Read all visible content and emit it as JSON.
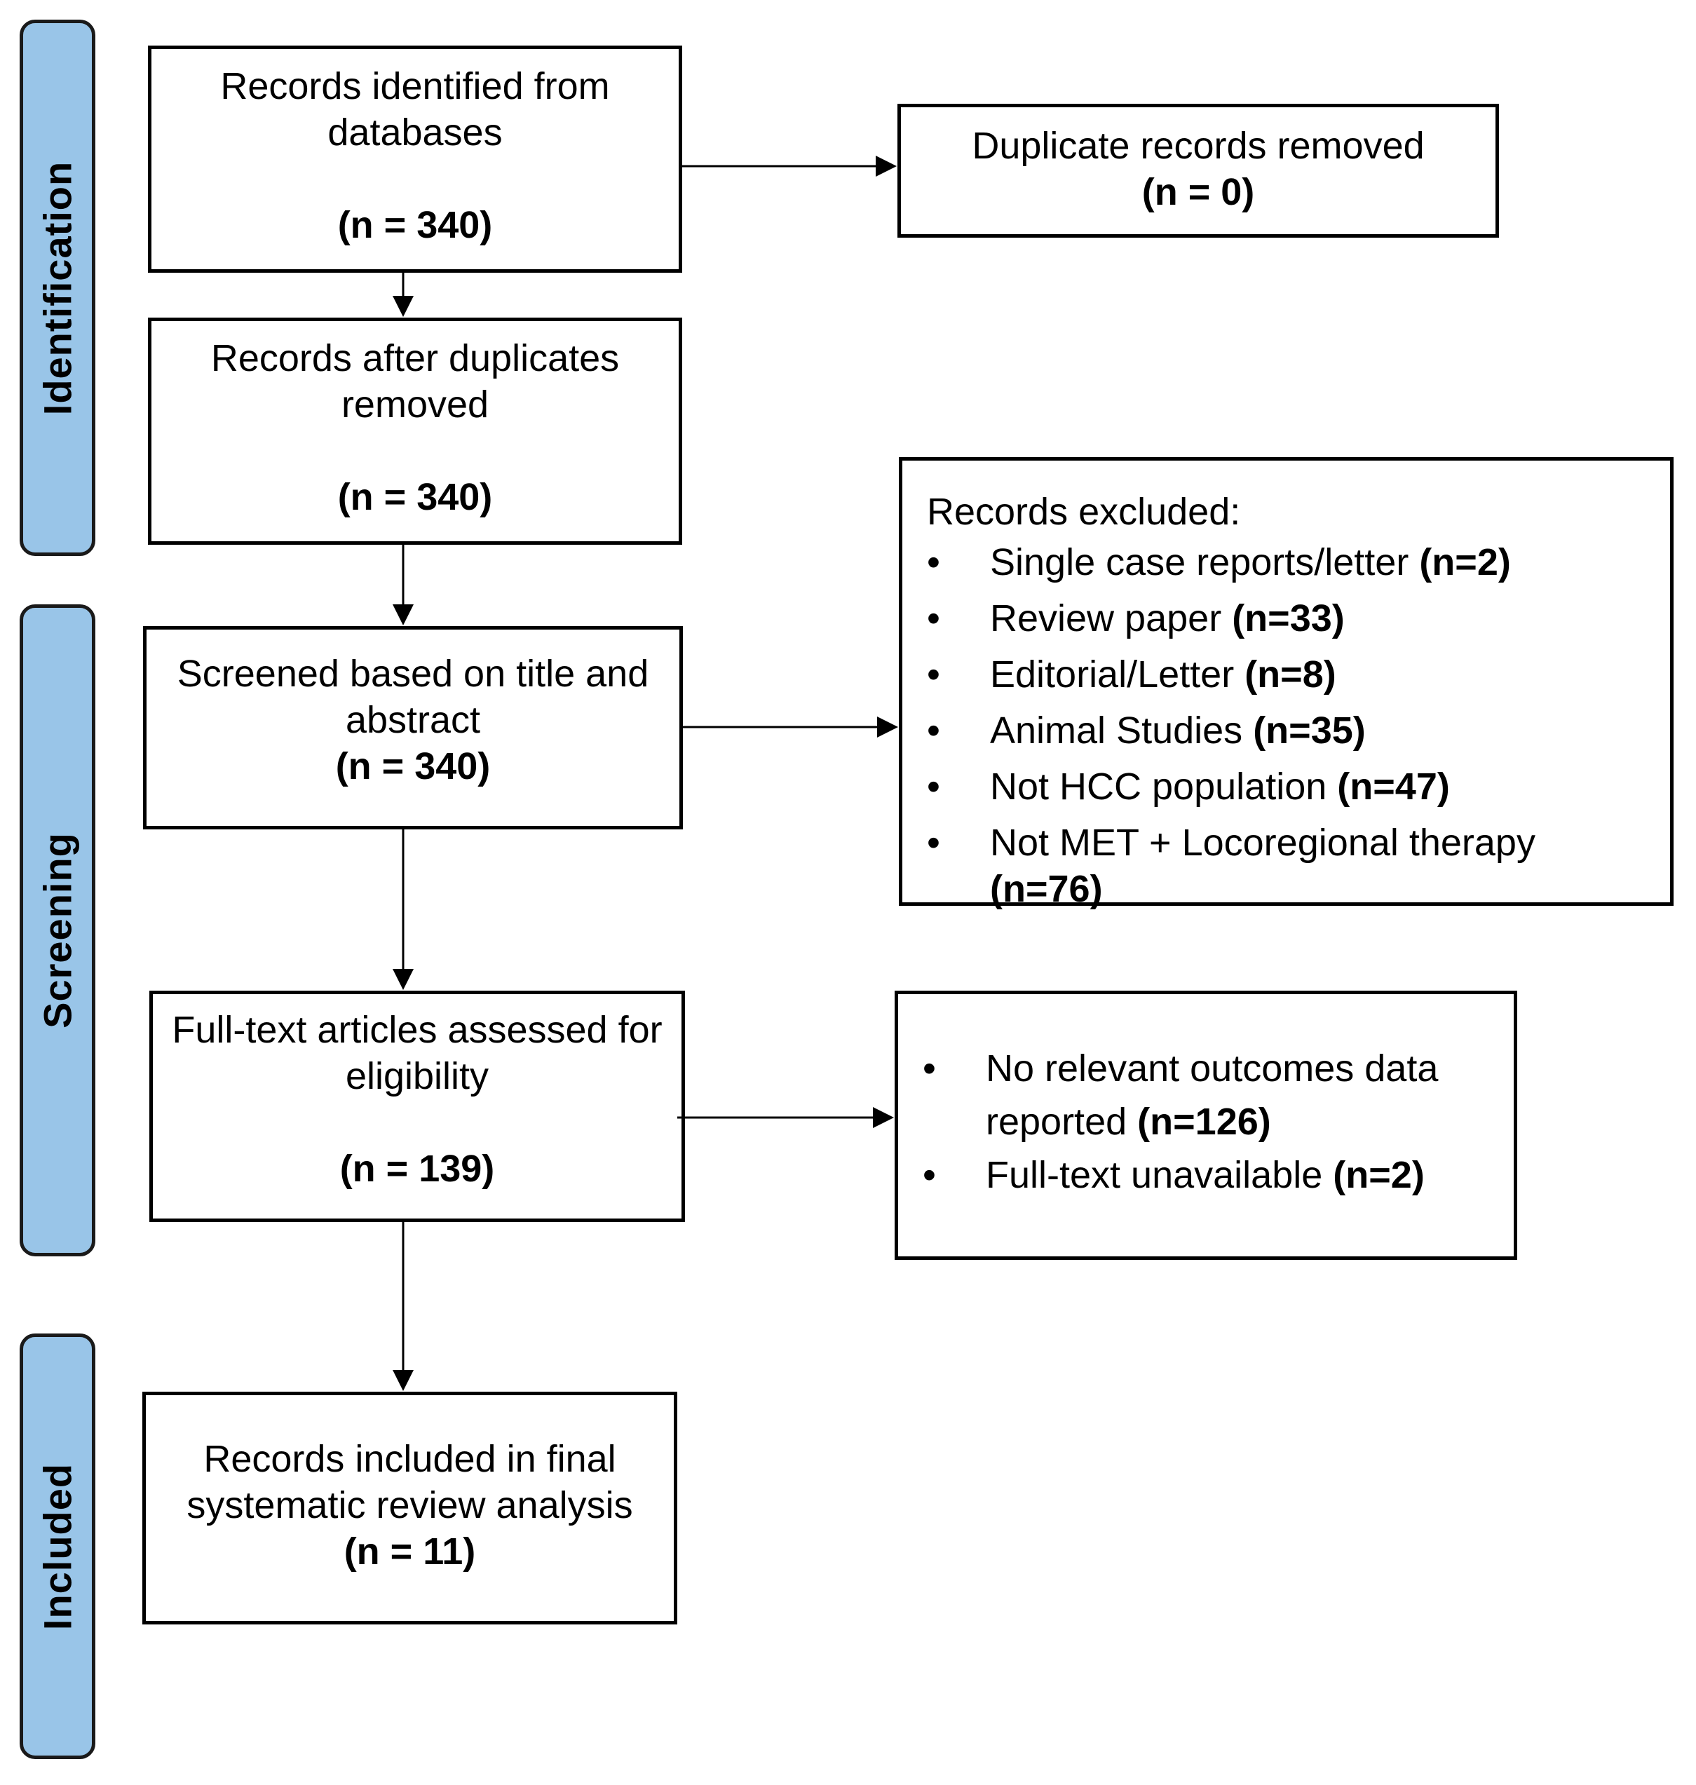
{
  "stages": {
    "identification": "Identification",
    "screening": "Screening",
    "included": "Included"
  },
  "colors": {
    "stage_fill": "#99c5e8",
    "stage_border": "#1a1a1a",
    "box_border": "#000000",
    "arrow": "#000000"
  },
  "boxes": {
    "identified": {
      "line1": "Records identified from",
      "line2": "databases",
      "count": "(n = 340)"
    },
    "duplicates_removed": {
      "line1": "Duplicate records removed",
      "count": "(n = 0)"
    },
    "after_duplicates": {
      "line1": "Records after duplicates",
      "line2": "removed",
      "count": "(n = 340)"
    },
    "screened": {
      "line1": "Screened based on title and",
      "line2": "abstract",
      "count": "(n = 340)"
    },
    "excluded": {
      "title": "Records excluded:",
      "items": [
        {
          "label": "Single case reports/letter",
          "count": "(n=2)"
        },
        {
          "label": "Review paper",
          "count": "(n=33)"
        },
        {
          "label": "Editorial/Letter",
          "count": "(n=8)"
        },
        {
          "label": "Animal Studies",
          "count": "(n=35)"
        },
        {
          "label": "Not HCC population",
          "count": "(n=47)"
        },
        {
          "label": "Not MET + Locoregional therapy",
          "count": "(n=76)"
        }
      ]
    },
    "fulltext": {
      "line1": "Full-text articles assessed for",
      "line2": "eligibility",
      "count": "(n = 139)"
    },
    "fulltext_excluded": {
      "items": [
        {
          "label": "No relevant outcomes data",
          "label2": "reported",
          "count": "(n=126)"
        },
        {
          "label": "Full-text unavailable",
          "count": "(n=2)"
        }
      ]
    },
    "included": {
      "line1": "Records included in final",
      "line2": "systematic review analysis",
      "count": "(n = 11)"
    }
  }
}
